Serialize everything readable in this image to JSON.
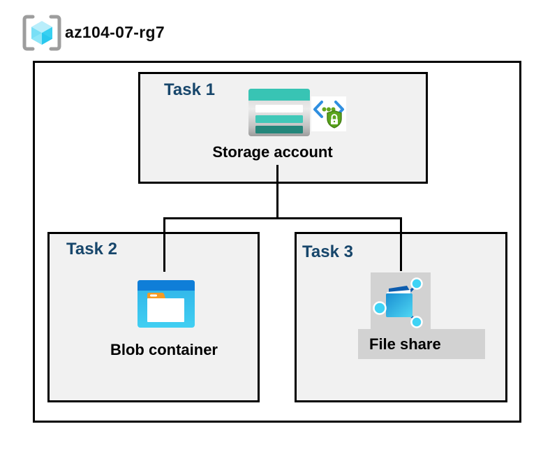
{
  "header": {
    "title": "az104-07-rg7"
  },
  "tasks": [
    {
      "label": "Task 1",
      "item": "Storage account",
      "icons": [
        "storage-account-icon",
        "secured-code-icon"
      ]
    },
    {
      "label": "Task 2",
      "item": "Blob container",
      "icons": [
        "blob-container-icon"
      ]
    },
    {
      "label": "Task 3",
      "item": "File share",
      "icons": [
        "file-share-icon"
      ]
    }
  ],
  "connections": [
    {
      "from": "Storage account",
      "to": "Blob container"
    },
    {
      "from": "Storage account",
      "to": "File share"
    }
  ],
  "icons": {
    "resource_group": "resource-group-icon"
  },
  "colors": {
    "task_label": "#17466B",
    "task_box_fill": "#F1F1F1",
    "border": "#000000",
    "storage_teal": "#38C4B4",
    "storage_teal_dark": "#23867A",
    "blob_band_blue": "#0F7ED8",
    "blob_body_cyan": "#3ACBF0",
    "folder_tab_orange": "#F59B24",
    "shield_green": "#5AA51D",
    "bracket_link_blue": "#2F8FE0",
    "cube_cyan": "#3FD3F5",
    "rg_bracket_gray": "#9D9D9D",
    "file_share_highlight_gray": "#D2D2D2"
  }
}
